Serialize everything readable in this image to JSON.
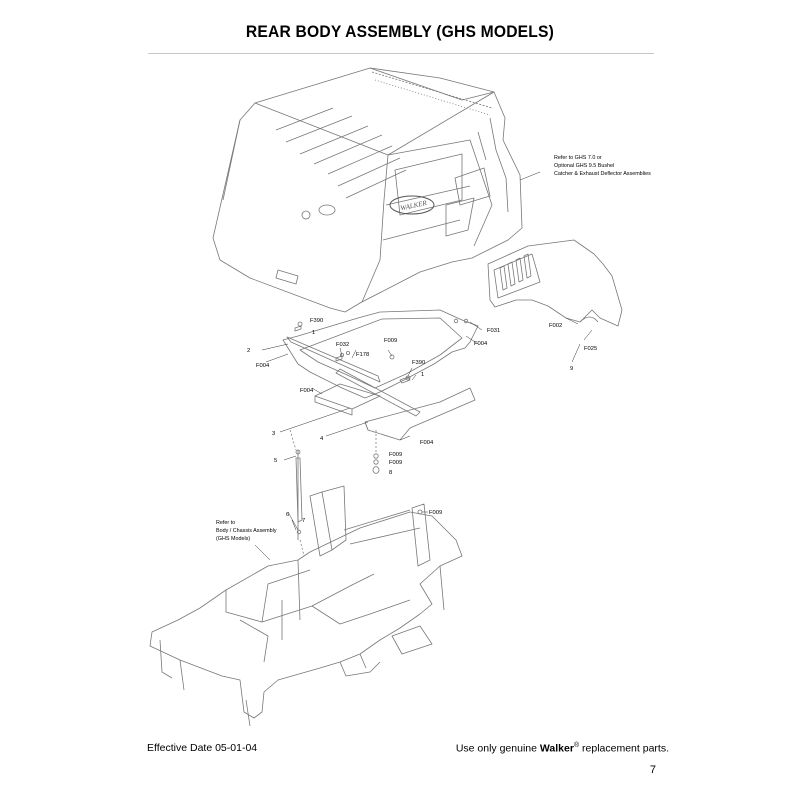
{
  "page": {
    "title": "REAR BODY ASSEMBLY (GHS MODELS)",
    "effective_date": "Effective Date 05-01-04",
    "footer_prefix": "Use only genuine",
    "footer_brand": "Walker",
    "footer_reg": "®",
    "footer_suffix": "replacement parts.",
    "page_number": "7"
  },
  "diagram": {
    "brand_badge": "WALKER",
    "notes": {
      "catcher_ref_1": "Refer to GHS 7.0 or",
      "catcher_ref_2": "Optional GHS 9.5 Bushel",
      "catcher_ref_3": "Catcher & Exhaust Deflector Assemblies",
      "chassis_ref_1": "Refer to",
      "chassis_ref_2": "Body / Chassis Assembly",
      "chassis_ref_3": "(GHS Models)"
    },
    "callouts": {
      "f390_a": "F390",
      "n1_a": "1",
      "n2": "2",
      "f004_a": "F004",
      "f032": "F032",
      "f178": "F178",
      "f009_a": "F009",
      "f390_b": "F390",
      "n1_b": "1",
      "f031": "F031",
      "f004_b": "F004",
      "f004_c": "F004",
      "f002": "F002",
      "f025": "F025",
      "n9": "9",
      "n3": "3",
      "n4": "4",
      "f004_d": "F004",
      "f009_b": "F009",
      "f009_c": "F009",
      "n8": "8",
      "n5": "5",
      "f009_d": "F009",
      "n6": "6",
      "n7": "7"
    }
  }
}
